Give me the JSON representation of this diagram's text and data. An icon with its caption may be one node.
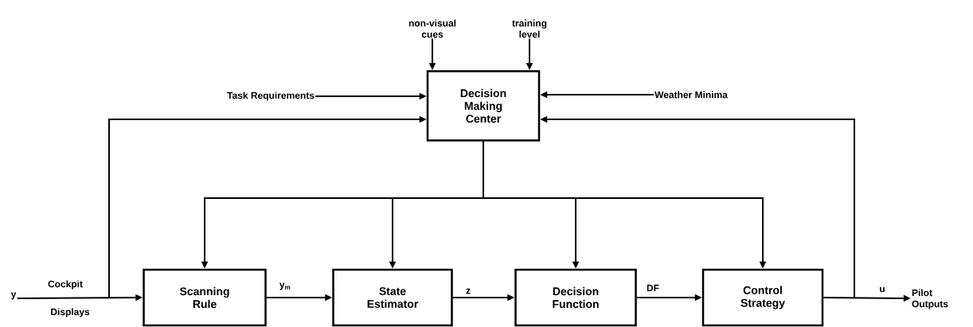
{
  "diagram": {
    "nodes": [
      {
        "text": [
          "Decision Making Center"
        ]
      },
      {
        "text": [
          "non-visual cues"
        ]
      },
      {
        "text": [
          "training level"
        ]
      },
      {
        "text": [
          "Task Requirements"
        ]
      },
      {
        "text": [
          "Weather Minima"
        ]
      },
      {
        "text": [
          "Scanning Rule"
        ]
      },
      {
        "text": [
          "State Estimator"
        ]
      },
      {
        "text": [
          "Decision Function"
        ]
      },
      {
        "text": [
          "Control Strategy"
        ]
      },
      {
        "text": [
          "Pilot Outputs"
        ]
      },
      {
        "text": [
          "y"
        ]
      }
    ],
    "edges": [
      {
        "from": 1,
        "to": 0,
        "arrow": "to"
      },
      {
        "from": 2,
        "to": 0,
        "arrow": "to"
      },
      {
        "from": 3,
        "to": 0,
        "arrow": "to"
      },
      {
        "from": 4,
        "to": 0,
        "arrow": "to"
      },
      {
        "from": null,
        "to": 0,
        "arrow": "to"
      },
      {
        "from": null,
        "to": 0,
        "arrow": "to"
      },
      {
        "from": 0,
        "to": 5,
        "arrow": "to"
      },
      {
        "from": 0,
        "to": 6,
        "arrow": "to"
      },
      {
        "from": 0,
        "to": 7,
        "arrow": "to"
      },
      {
        "from": 0,
        "to": 8,
        "arrow": "to"
      },
      {
        "from": 10,
        "to": 5,
        "arrow": "to"
      },
      {
        "from": 5,
        "to": 6,
        "arrow": "to",
        "label": "y$_{m}$"
      },
      {
        "from": 6,
        "to": 7,
        "arrow": "to",
        "label": "z"
      },
      {
        "from": 7,
        "to": 8,
        "arrow": "to",
        "label": "DF"
      },
      {
        "from": 8,
        "to": 9,
        "arrow": "to",
        "label": "u"
      }
    ],
    "labels": [
      "Cockpit",
      "Displays"
    ]
  }
}
